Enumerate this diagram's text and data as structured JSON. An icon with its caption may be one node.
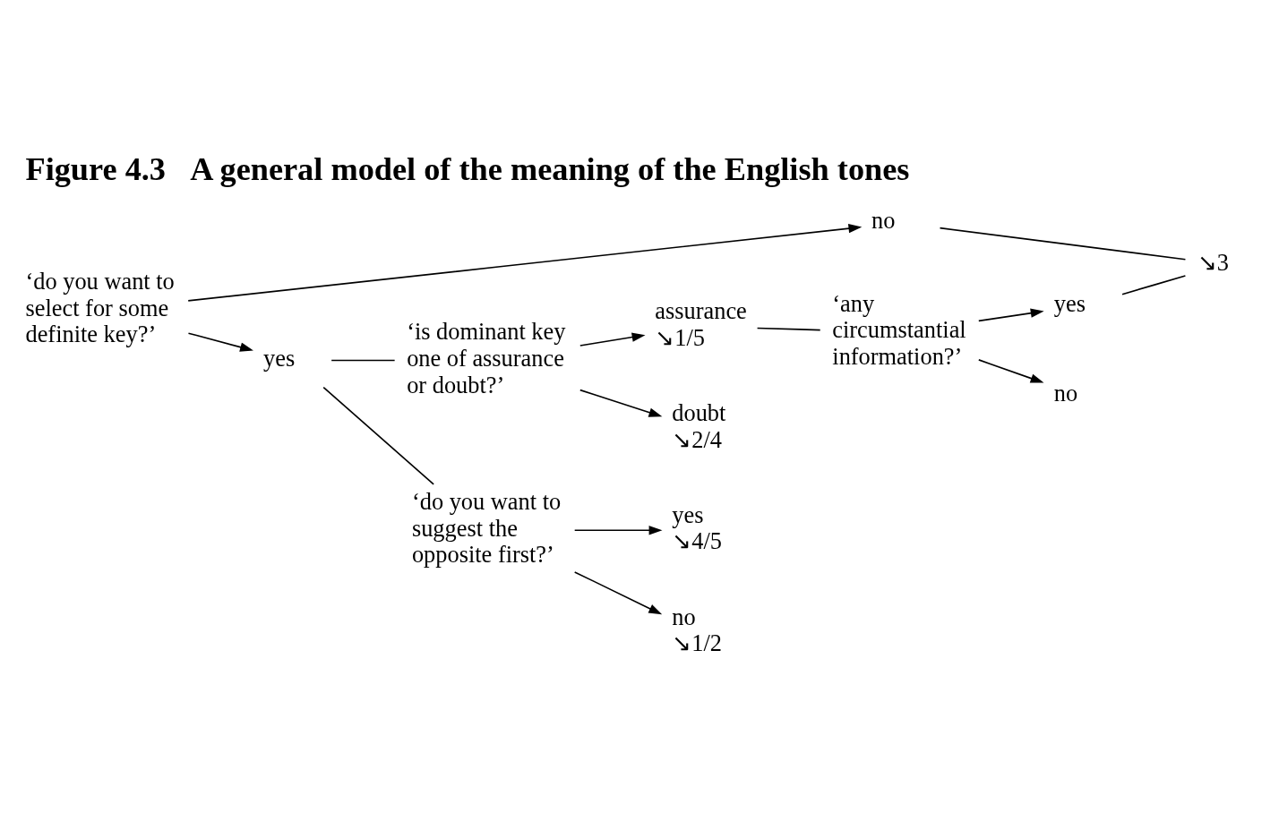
{
  "diagram": {
    "title": "Figure 4.3   A general model of the meaning of the English tones",
    "nodes": [
      {
        "text": [
          "‘do you want to select for some definite key?’"
        ]
      },
      {
        "text": [
          "no"
        ]
      },
      {
        "text": [
          "yes"
        ]
      },
      {
        "text": [
          "‘is dominant key one of assurance or doubt?’"
        ]
      },
      {
        "text": [
          "assurance",
          "↘1/5"
        ]
      },
      {
        "text": [
          "doubt",
          "↘2/4"
        ]
      },
      {
        "text": [
          "‘do you want to suggest the opposite first?’"
        ]
      },
      {
        "text": [
          "yes",
          "↘4/5"
        ]
      },
      {
        "text": [
          "no",
          "↘1/2"
        ]
      },
      {
        "text": [
          "‘any circumstantial information?’"
        ]
      },
      {
        "text": [
          "yes"
        ]
      },
      {
        "text": [
          "no"
        ]
      },
      {
        "text": [
          "↘3"
        ]
      }
    ],
    "edges": [
      {
        "from": 0,
        "to": 1,
        "arrow": "to"
      },
      {
        "from": 0,
        "to": 2,
        "arrow": "to"
      },
      {
        "from": 2,
        "to": 3,
        "arrow": "none"
      },
      {
        "from": 2,
        "to": 6,
        "arrow": "none"
      },
      {
        "from": 3,
        "to": 4,
        "arrow": "to"
      },
      {
        "from": 3,
        "to": 5,
        "arrow": "to"
      },
      {
        "from": 6,
        "to": 7,
        "arrow": "to"
      },
      {
        "from": 6,
        "to": 8,
        "arrow": "to"
      },
      {
        "from": 4,
        "to": 9,
        "arrow": "none"
      },
      {
        "from": 9,
        "to": 10,
        "arrow": "to"
      },
      {
        "from": 9,
        "to": 11,
        "arrow": "to"
      },
      {
        "from": 1,
        "to": 12,
        "arrow": "none"
      },
      {
        "from": 10,
        "to": 12,
        "arrow": "none"
      }
    ]
  }
}
